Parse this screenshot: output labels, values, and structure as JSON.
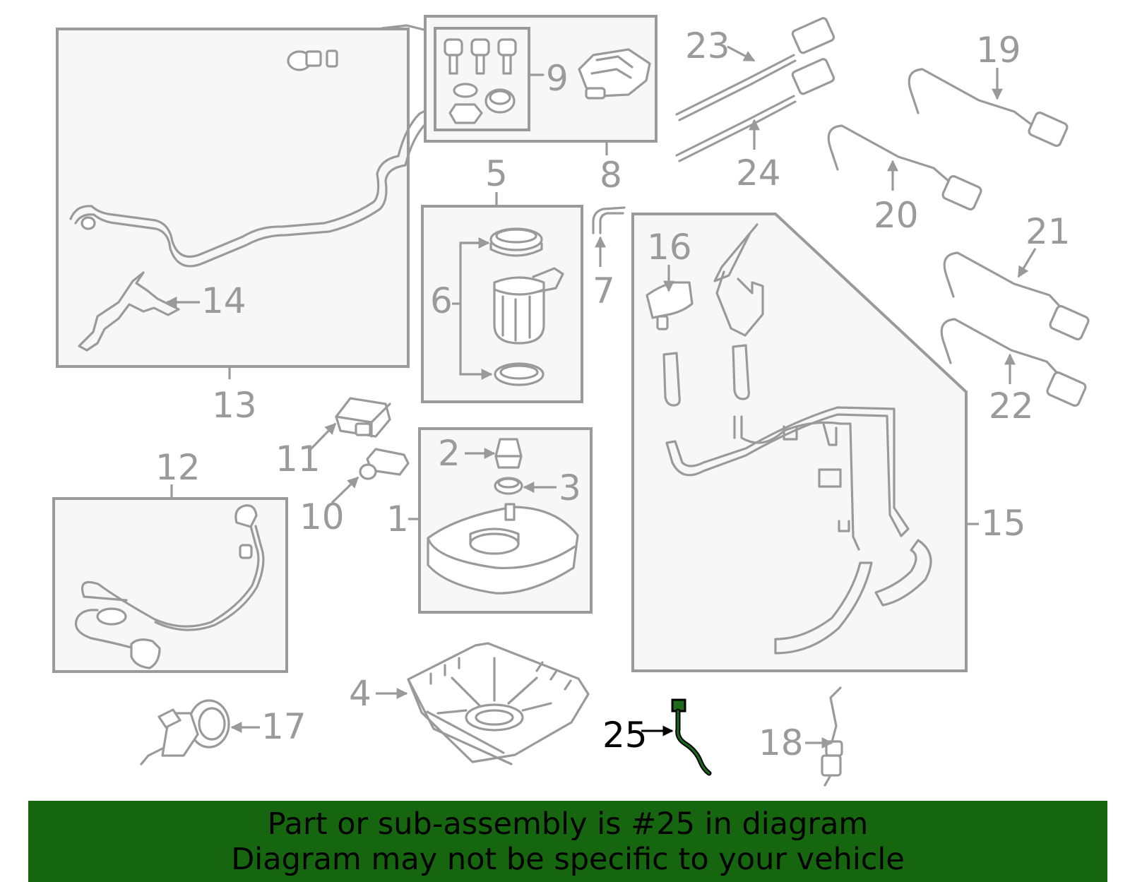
{
  "colors": {
    "line": "#9a9a9a",
    "box_fill": "#f7f7f7",
    "highlight": "#000000",
    "highlight_inner": "#1e6b1b",
    "banner": "#166610",
    "banner_text": "#000000"
  },
  "callouts": {
    "c1": "1",
    "c2": "2",
    "c3": "3",
    "c4": "4",
    "c5": "5",
    "c6": "6",
    "c7": "7",
    "c8": "8",
    "c9": "9",
    "c10": "10",
    "c11": "11",
    "c12": "12",
    "c13": "13",
    "c14": "14",
    "c15": "15",
    "c16": "16",
    "c17": "17",
    "c18": "18",
    "c19": "19",
    "c20": "20",
    "c21": "21",
    "c22": "22",
    "c23": "23",
    "c24": "24",
    "c25": "25"
  },
  "highlighted_part": "25",
  "banner": {
    "line1": "Part or sub-assembly is #25 in diagram",
    "line2": "Diagram may not be specific to your vehicle"
  }
}
